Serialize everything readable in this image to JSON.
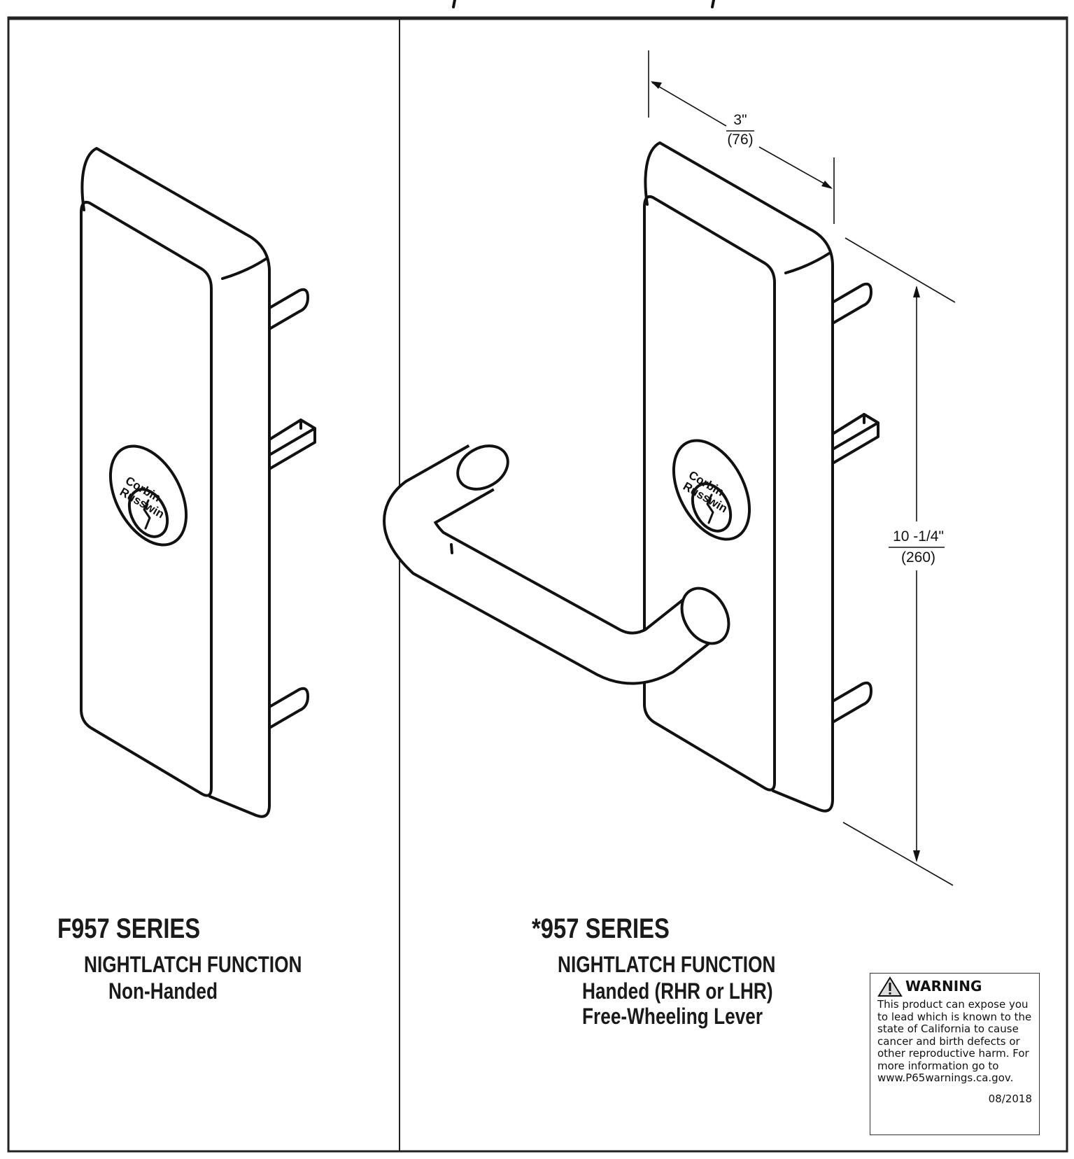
{
  "left_panel": {
    "series": "F957 SERIES",
    "function": "NIGHTLATCH FUNCTION",
    "handing": "Non-Handed",
    "logo_text": "Corbin Russwin"
  },
  "right_panel": {
    "series": "*957 SERIES",
    "function": "NIGHTLATCH FUNCTION",
    "handing": "Handed (RHR or LHR)",
    "lever": "Free-Wheeling Lever",
    "logo_text": "Corbin Russwin"
  },
  "dimensions": {
    "width_in": "3\"",
    "width_mm": "(76)",
    "height_in": "10 -1/4\"",
    "height_mm": "(260)"
  },
  "warning": {
    "icon": "warning-triangle-icon",
    "title": "WARNING",
    "body": "This product can expose you to lead which is known to the state of California to cause cancer and birth defects or other reproductive harm. For more information go to www.P65warnings.ca.gov.",
    "date": "08/2018"
  }
}
